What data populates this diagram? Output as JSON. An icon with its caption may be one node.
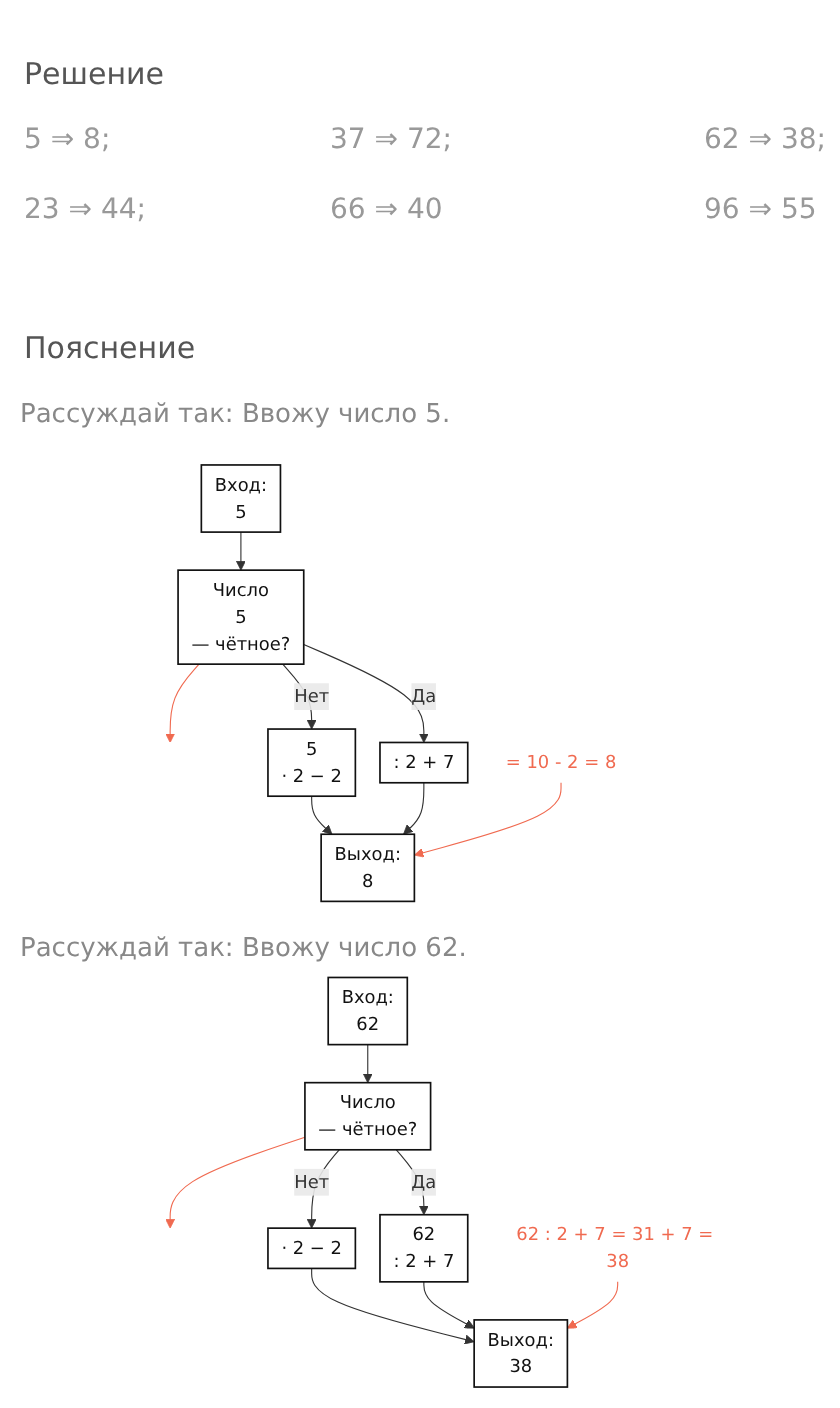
{
  "diagram": {
    "nodes": [
      {
        "text": [
          "Вход:",
          "5"
        ]
      },
      {
        "text": [
          "Число",
          "5",
          "— чётное?"
        ]
      },
      {
        "text": [
          "5",
          "· 2 − 2"
        ]
      },
      {
        "text": [
          ": 2 + 7"
        ]
      },
      {
        "text": [
          "Выход:",
          "8"
        ]
      },
      {
        "text": [
          "= 10 - 2 = 8"
        ]
      },
      {
        "text": [
          "Вход:",
          "62"
        ]
      },
      {
        "text": [
          "Число",
          "— чётное?"
        ]
      },
      {
        "text": [
          "· 2 − 2"
        ]
      },
      {
        "text": [
          "62",
          ": 2 + 7"
        ]
      },
      {
        "text": [
          "Выход:",
          "38"
        ]
      },
      {
        "text": [
          "62 : 2 + 7 = 31 + 7 = 38"
        ]
      }
    ],
    "edges": [
      {
        "from": 0,
        "to": 1,
        "arrow": "to"
      },
      {
        "from": 1,
        "to": 2,
        "arrow": "to",
        "label": "Нет"
      },
      {
        "from": 1,
        "to": 3,
        "arrow": "to",
        "label": "Да"
      },
      {
        "from": 2,
        "to": 4,
        "arrow": "to"
      },
      {
        "from": 3,
        "to": 4,
        "arrow": "to"
      },
      {
        "from": 1,
        "to": null,
        "arrow": "to",
        "color": "#f06a50"
      },
      {
        "from": 5,
        "to": 4,
        "arrow": "to",
        "color": "#f06a50"
      },
      {
        "from": 6,
        "to": 7,
        "arrow": "to"
      },
      {
        "from": 7,
        "to": 8,
        "arrow": "to",
        "label": "Нет"
      },
      {
        "from": 7,
        "to": 9,
        "arrow": "to",
        "label": "Да"
      },
      {
        "from": 8,
        "to": 10,
        "arrow": "to"
      },
      {
        "from": 9,
        "to": 10,
        "arrow": "to"
      },
      {
        "from": 7,
        "to": null,
        "arrow": "to",
        "color": "#f06a50"
      },
      {
        "from": 11,
        "to": 10,
        "arrow": "to",
        "color": "#f06a50"
      }
    ],
    "labels": [
      "Решение",
      "5 ⇒ 8;",
      "37 ⇒ 72;",
      "62 ⇒ 38;",
      "23 ⇒ 44;",
      "66 ⇒ 40",
      "96 ⇒ 55",
      "Пояснение",
      "Рассуждай так: Ввожу число 5.",
      "Рассуждай так: Ввожу число 62."
    ]
  }
}
